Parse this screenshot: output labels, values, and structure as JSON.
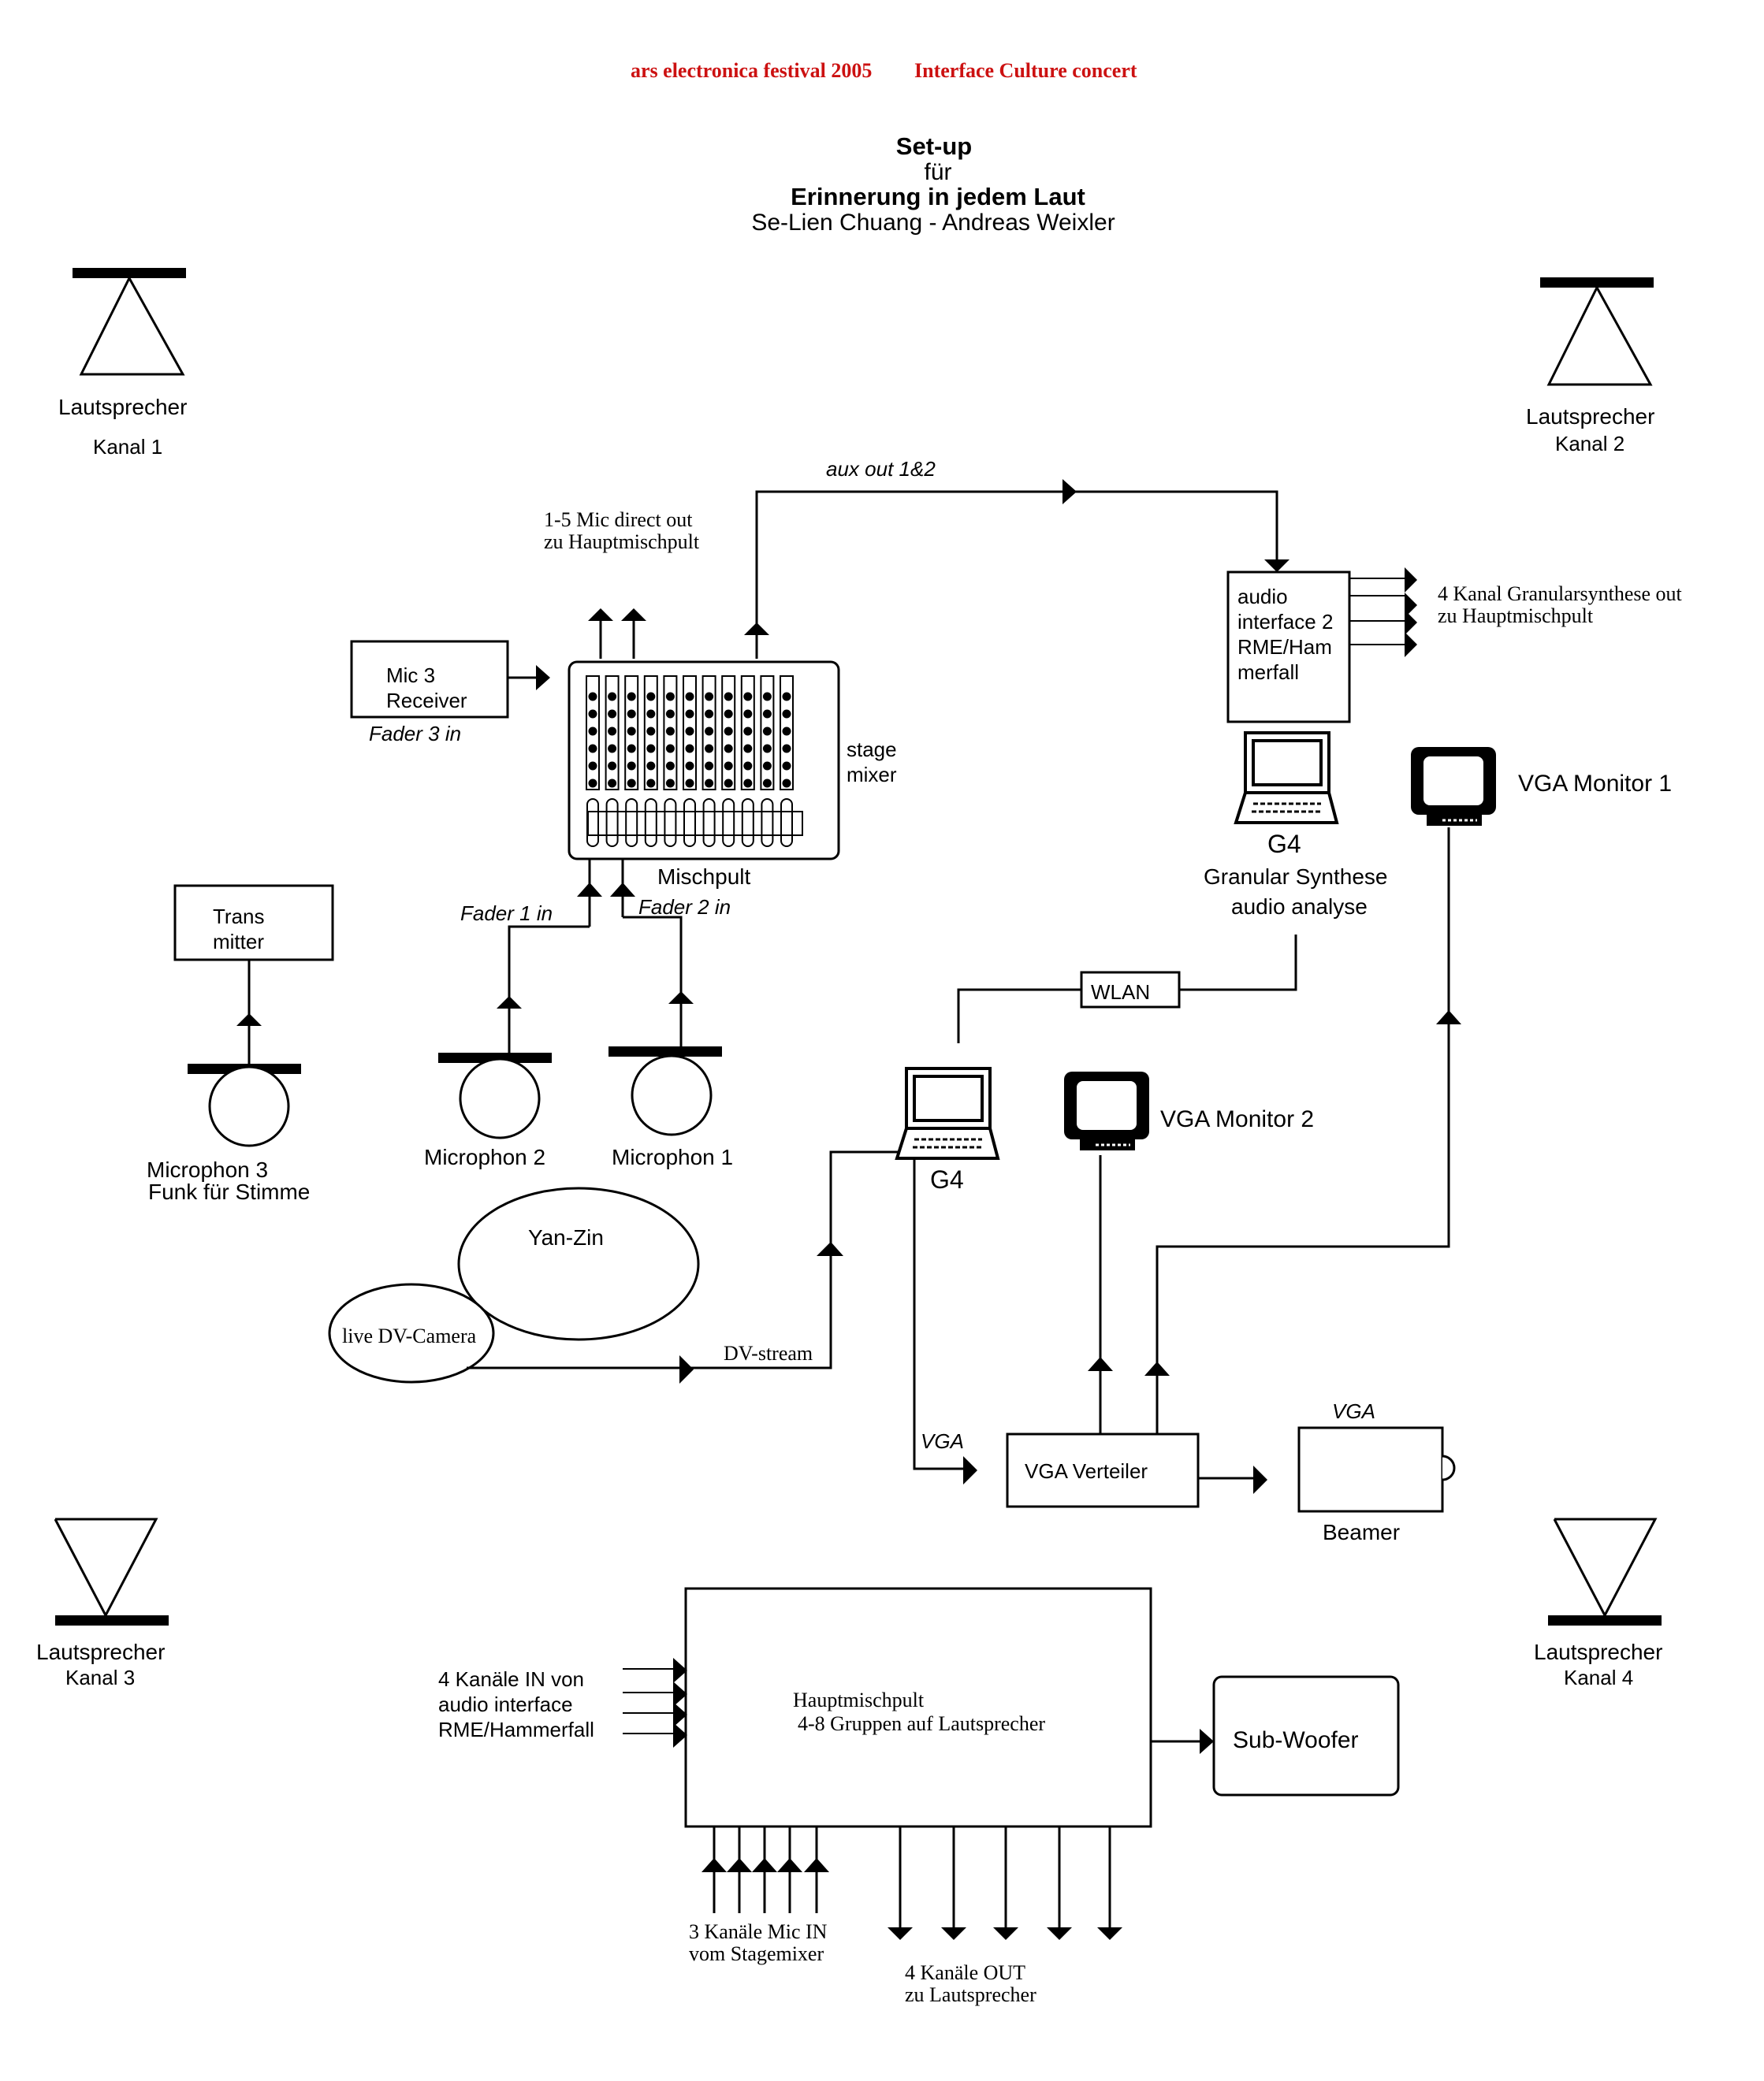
{
  "header": {
    "festival": "ars electronica festival 2005",
    "concert": "Interface Culture concert",
    "accent_color": "#cc1111"
  },
  "title": {
    "line1": "Set-up",
    "line2": "für",
    "line3": "Erinnerung in jedem Laut",
    "line4": "Se-Lien Chuang - Andreas Weixler"
  },
  "speakers": {
    "s1": {
      "name": "Lautsprecher",
      "channel": "Kanal 1"
    },
    "s2": {
      "name": "Lautsprecher",
      "channel": "Kanal 2"
    },
    "s3": {
      "name": "Lautsprecher",
      "channel": "Kanal 3"
    },
    "s4": {
      "name": "Lautsprecher",
      "channel": "Kanal 4"
    }
  },
  "labels": {
    "aux_out": "aux out 1&2",
    "mic_direct_1": "1-5 Mic direct out",
    "mic_direct_2": "zu  Hauptmischpult",
    "granular_out_1": "4 Kanal Granularsynthese out",
    "granular_out_2": "zu Hauptmischpult",
    "fader3": "Fader 3 in",
    "fader1": "Fader 1 in",
    "fader2": "Fader 2 in",
    "dv_stream": "DV-stream",
    "vga_left": "VGA",
    "vga_beamer": "VGA",
    "mic_in_1": "3 Kanäle Mic IN",
    "mic_in_2": "vom Stagemixer",
    "out_1": "4 Kanäle OUT",
    "out_2": "zu Lautsprecher",
    "in_left_1": "4 Kanäle IN von",
    "in_left_2": "audio interface",
    "in_left_3": "RME/Hammerfall"
  },
  "devices": {
    "mic3_receiver": [
      "Mic 3",
      "Receiver"
    ],
    "stage_mixer": [
      "stage",
      "mixer"
    ],
    "mischpult": "Mischpult",
    "audio_interface": [
      "audio",
      "interface 2",
      "RME/Ham",
      "merfall"
    ],
    "g4_top": "G4",
    "granular": [
      "Granular Synthese",
      "audio analyse"
    ],
    "vga_monitor_1": "VGA Monitor 1",
    "vga_monitor_2": "VGA Monitor 2",
    "transmitter": [
      "Trans",
      "mitter"
    ],
    "microphon3": [
      "Microphon 3",
      "Funk für Stimme"
    ],
    "microphon2": "Microphon 2",
    "microphon1": "Microphon 1",
    "wlan": "WLAN",
    "g4_bottom": "G4",
    "yan_zin": "Yan-Zin",
    "dv_camera": "live DV-Camera",
    "vga_verteiler": "VGA Verteiler",
    "beamer": "Beamer",
    "hauptmischpult": [
      "Hauptmischpult",
      "4-8 Gruppen auf Lautsprecher"
    ],
    "sub_woofer": "Sub-Woofer"
  }
}
